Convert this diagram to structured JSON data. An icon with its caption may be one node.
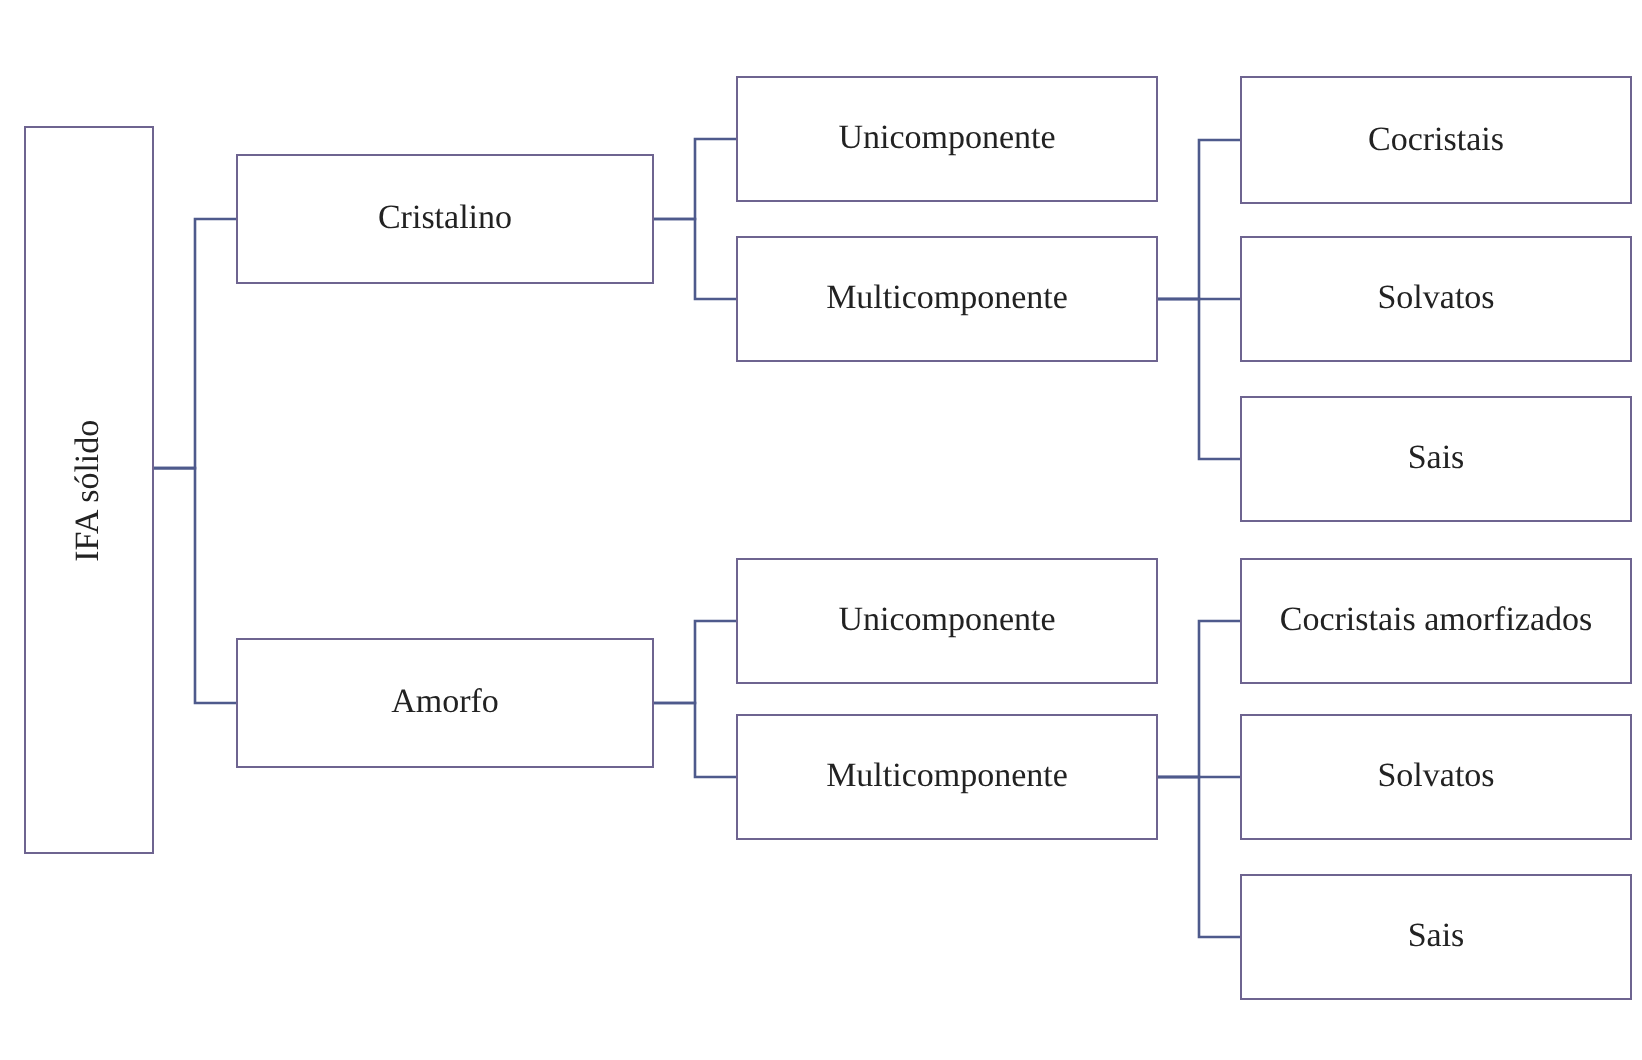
{
  "diagram": {
    "nodes": [
      {
        "text": [
          "IFA sólido"
        ]
      },
      {
        "text": [
          "Cristalino"
        ]
      },
      {
        "text": [
          "Amorfo"
        ]
      },
      {
        "text": [
          "Unicomponente"
        ]
      },
      {
        "text": [
          "Multicomponente"
        ]
      },
      {
        "text": [
          "Cocristais"
        ]
      },
      {
        "text": [
          "Solvatos"
        ]
      },
      {
        "text": [
          "Sais"
        ]
      },
      {
        "text": [
          "Unicomponente"
        ]
      },
      {
        "text": [
          "Multicomponente"
        ]
      },
      {
        "text": [
          "Cocristais amorfizados"
        ]
      },
      {
        "text": [
          "Solvatos"
        ]
      },
      {
        "text": [
          "Sais"
        ]
      }
    ],
    "edges": [
      {
        "from": 0,
        "to": 1,
        "arrow": "none"
      },
      {
        "from": 0,
        "to": 2,
        "arrow": "none"
      },
      {
        "from": 1,
        "to": 3,
        "arrow": "none"
      },
      {
        "from": 1,
        "to": 4,
        "arrow": "none"
      },
      {
        "from": 4,
        "to": 5,
        "arrow": "none"
      },
      {
        "from": 4,
        "to": 6,
        "arrow": "none"
      },
      {
        "from": 4,
        "to": 7,
        "arrow": "none"
      },
      {
        "from": 2,
        "to": 8,
        "arrow": "none"
      },
      {
        "from": 2,
        "to": 9,
        "arrow": "none"
      },
      {
        "from": 9,
        "to": 10,
        "arrow": "none"
      },
      {
        "from": 9,
        "to": 11,
        "arrow": "none"
      },
      {
        "from": 9,
        "to": 12,
        "arrow": "none"
      }
    ]
  }
}
